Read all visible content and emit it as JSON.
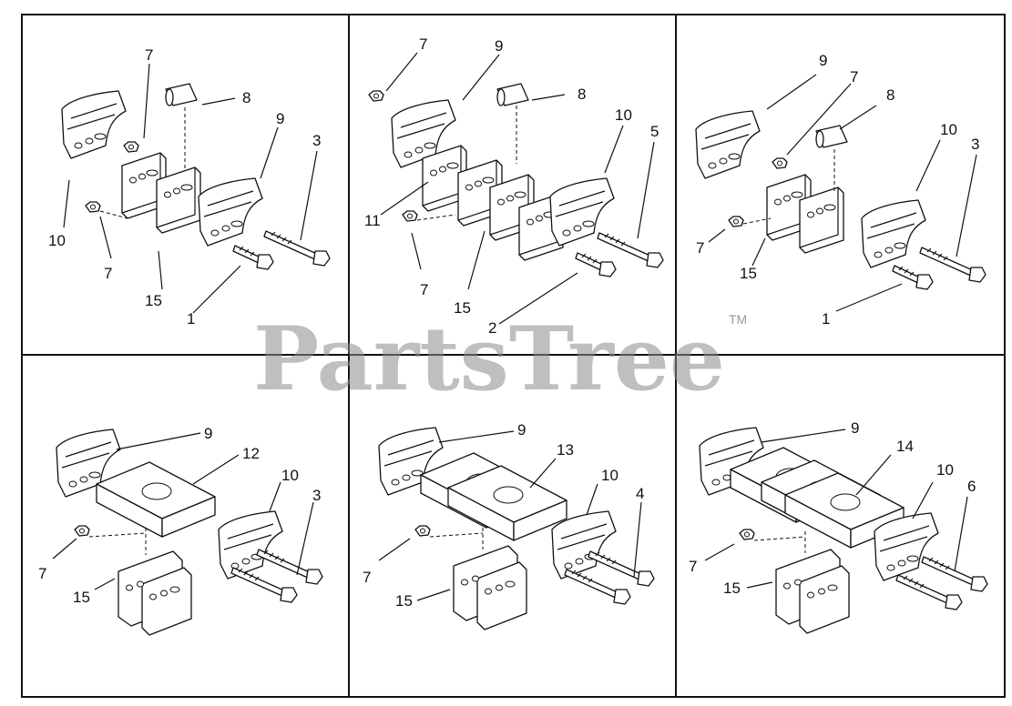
{
  "watermark": {
    "text": "PartsTree",
    "tm": "TM"
  },
  "panels": [
    {
      "id": "top-left",
      "callouts": [
        "7",
        "8",
        "9",
        "3",
        "10",
        "7",
        "15",
        "1"
      ]
    },
    {
      "id": "top-middle",
      "callouts": [
        "7",
        "9",
        "8",
        "10",
        "5",
        "11",
        "7",
        "15",
        "2"
      ]
    },
    {
      "id": "top-right",
      "callouts": [
        "9",
        "7",
        "8",
        "10",
        "3",
        "7",
        "15",
        "1"
      ]
    },
    {
      "id": "bottom-left",
      "callouts": [
        "9",
        "12",
        "10",
        "3",
        "7",
        "15"
      ]
    },
    {
      "id": "bottom-middle",
      "callouts": [
        "9",
        "13",
        "10",
        "4",
        "7",
        "15"
      ]
    },
    {
      "id": "bottom-right",
      "callouts": [
        "9",
        "14",
        "10",
        "6",
        "7",
        "15"
      ]
    }
  ]
}
